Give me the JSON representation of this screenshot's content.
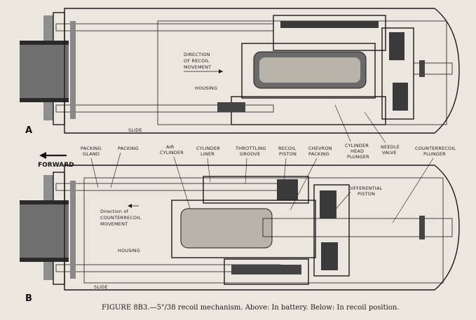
{
  "top_diagram": {
    "letter": "A",
    "direction_label": [
      "DIRECTION",
      "OF RECOIL",
      "MOVEMENT"
    ],
    "housing_label": "HOUSING",
    "slide_label": "SLIDE",
    "callouts": {
      "cylinder_head_plunger": [
        "CYLINDER",
        "HEAD",
        "PLUNGER"
      ],
      "needle_valve": [
        "NEEDLE",
        "VALVE"
      ]
    }
  },
  "forward_label": "FORWARD",
  "callouts_middle": {
    "packing_gland": [
      "PACKING",
      "GLAND"
    ],
    "packing": [
      "PACKING"
    ],
    "air_cylinder": [
      "AIR",
      "CYLINDER"
    ],
    "cylinder_liner": [
      "CYLINDER",
      "LINER"
    ],
    "throttling_groove": [
      "THROTTLING",
      "GROOVE"
    ],
    "recoil_piston": [
      "RECOIL",
      "PISTON"
    ],
    "chevron_packing": [
      "CHEVRON",
      "PACKING"
    ],
    "counterrecoil_plunger": [
      "COUNTERRECOIL",
      "PLUNGER"
    ],
    "differential_piston": [
      "DIFFERENTIAL",
      "PISTON"
    ]
  },
  "bottom_diagram": {
    "letter": "B",
    "direction_label": [
      "Direction of",
      "COUNTERRECOIL",
      "MOVEMENT"
    ],
    "housing_label": "HOUSING",
    "slide_label": "SLIDE"
  },
  "caption": "FIGURE 8B3.—5\"/38 recoil mechanism.  Above:  In battery.  Below:  In recoil position."
}
